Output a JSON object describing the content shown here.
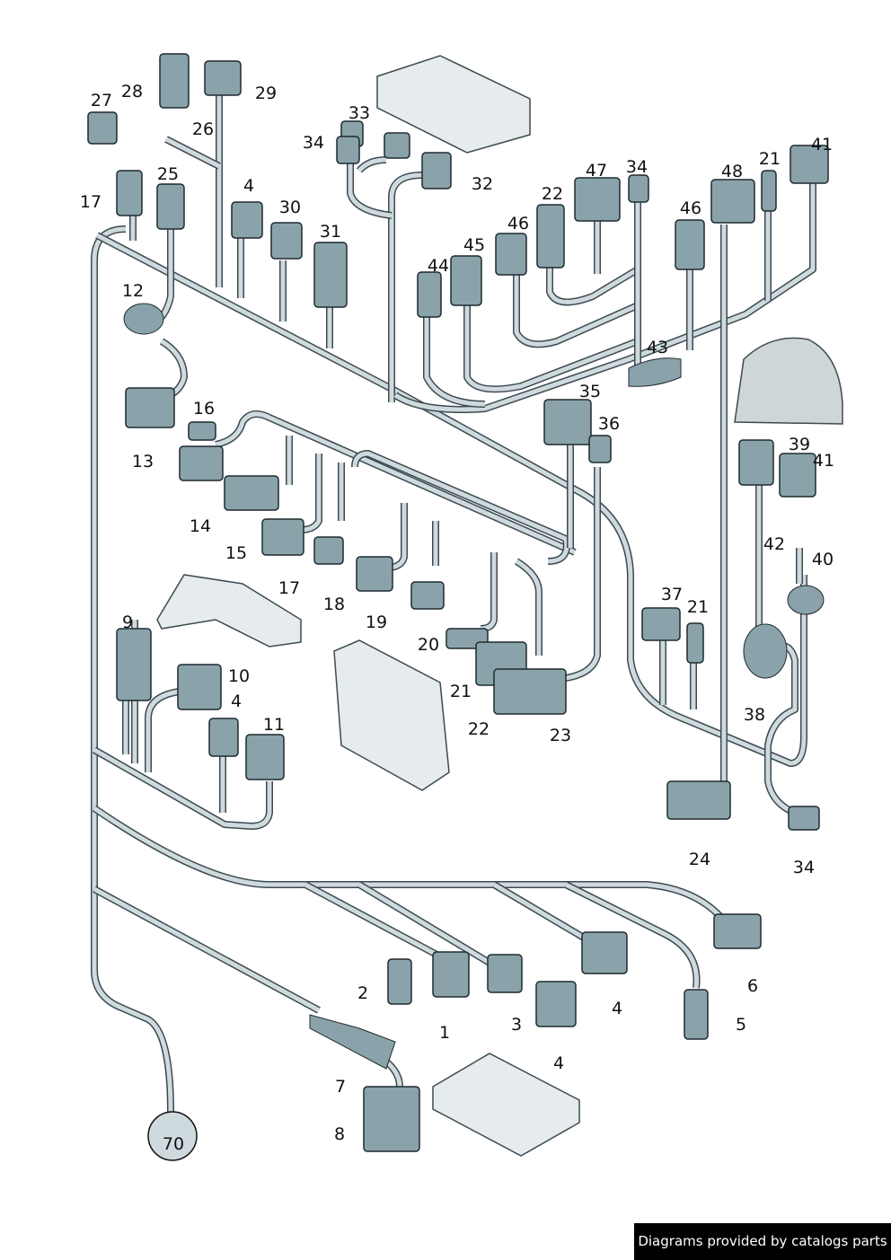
{
  "colors": {
    "wire_fill": "#cfdade",
    "wire_outline": "#3c4a50",
    "connector_fill": "#8aa3ab",
    "connector_outline": "#1e2a2f",
    "unit_fill": "#e6ecee"
  },
  "labels": [
    "27",
    "28",
    "26",
    "29",
    "33",
    "34",
    "32",
    "17",
    "25",
    "4",
    "30",
    "31",
    "12",
    "13",
    "16",
    "14",
    "15",
    "17",
    "18",
    "19",
    "20",
    "21",
    "22",
    "23",
    "9",
    "10",
    "4",
    "11",
    "47",
    "34",
    "22",
    "46",
    "45",
    "44",
    "48",
    "21",
    "41",
    "46",
    "43",
    "35",
    "36",
    "39",
    "41",
    "42",
    "40",
    "37",
    "21",
    "38",
    "24",
    "34",
    "6",
    "2",
    "1",
    "3",
    "4",
    "5",
    "4",
    "7",
    "8",
    "70"
  ],
  "footer": {
    "credit": "Diagrams provided by catalogs parts"
  }
}
